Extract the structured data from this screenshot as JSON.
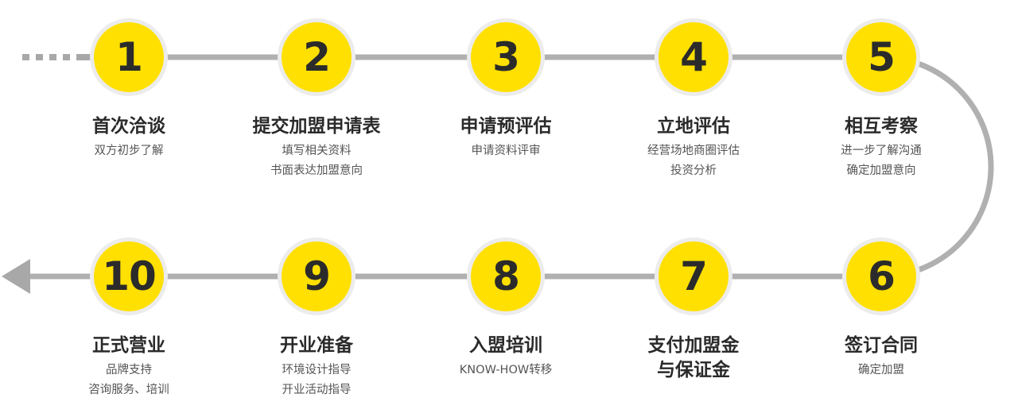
{
  "steps": [
    {
      "number": "1",
      "title": [
        "首次洽谈"
      ],
      "desc": [
        "双方初步了解"
      ]
    },
    {
      "number": "2",
      "title": [
        "提交加盟申请表"
      ],
      "desc": [
        "填写相关资料",
        "书面表达加盟意向"
      ]
    },
    {
      "number": "3",
      "title": [
        "申请预评估"
      ],
      "desc": [
        "申请资料评审"
      ]
    },
    {
      "number": "4",
      "title": [
        "立地评估"
      ],
      "desc": [
        "经营场地商圈评估",
        "投资分析"
      ]
    },
    {
      "number": "5",
      "title": [
        "相互考察"
      ],
      "desc": [
        "进一步了解沟通",
        "确定加盟意向"
      ]
    },
    {
      "number": "6",
      "title": [
        "签订合同"
      ],
      "desc": [
        "确定加盟"
      ]
    },
    {
      "number": "7",
      "title": [
        "支付加盟金",
        "与保证金"
      ],
      "desc": []
    },
    {
      "number": "8",
      "title": [
        "入盟培训"
      ],
      "desc": [
        "KNOW-HOW转移"
      ]
    },
    {
      "number": "9",
      "title": [
        "开业准备"
      ],
      "desc": [
        "环境设计指导",
        "开业活动指导"
      ]
    },
    {
      "number": "10",
      "title": [
        "正式营业"
      ],
      "desc": [
        "品牌支持",
        "咨询服务、培训"
      ]
    }
  ],
  "colors": {
    "circle": "#ffe000",
    "ring": "#ececec",
    "line": "#b0b0b0",
    "arrow": "#a8a8a8",
    "dots": "#a8a8a8"
  }
}
